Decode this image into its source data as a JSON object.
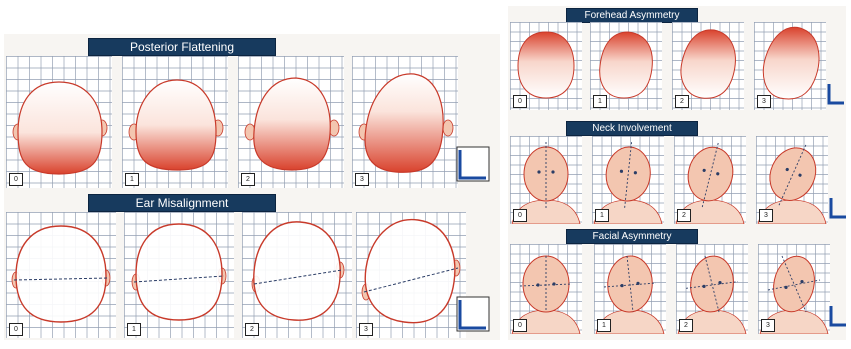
{
  "sections": {
    "posterior": {
      "title": "Posterior Flattening",
      "grades": [
        "0",
        "1",
        "2",
        "3"
      ]
    },
    "ear": {
      "title": "Ear Misalignment",
      "grades": [
        "0",
        "1",
        "2",
        "3"
      ]
    },
    "forehead": {
      "title": "Forehead Asymmetry",
      "grades": [
        "0",
        "1",
        "2",
        "3"
      ]
    },
    "neck": {
      "title": "Neck Involvement",
      "grades": [
        "0",
        "1",
        "2",
        "3"
      ]
    },
    "facial": {
      "title": "Facial Asymmetry",
      "grades": [
        "0",
        "1",
        "2",
        "3"
      ]
    }
  },
  "colors": {
    "banner": "#173a5e",
    "grid": "#6f7f99",
    "outline": "#c83a2a",
    "shade": "#d9422d",
    "skin": "#f3c6b0"
  }
}
